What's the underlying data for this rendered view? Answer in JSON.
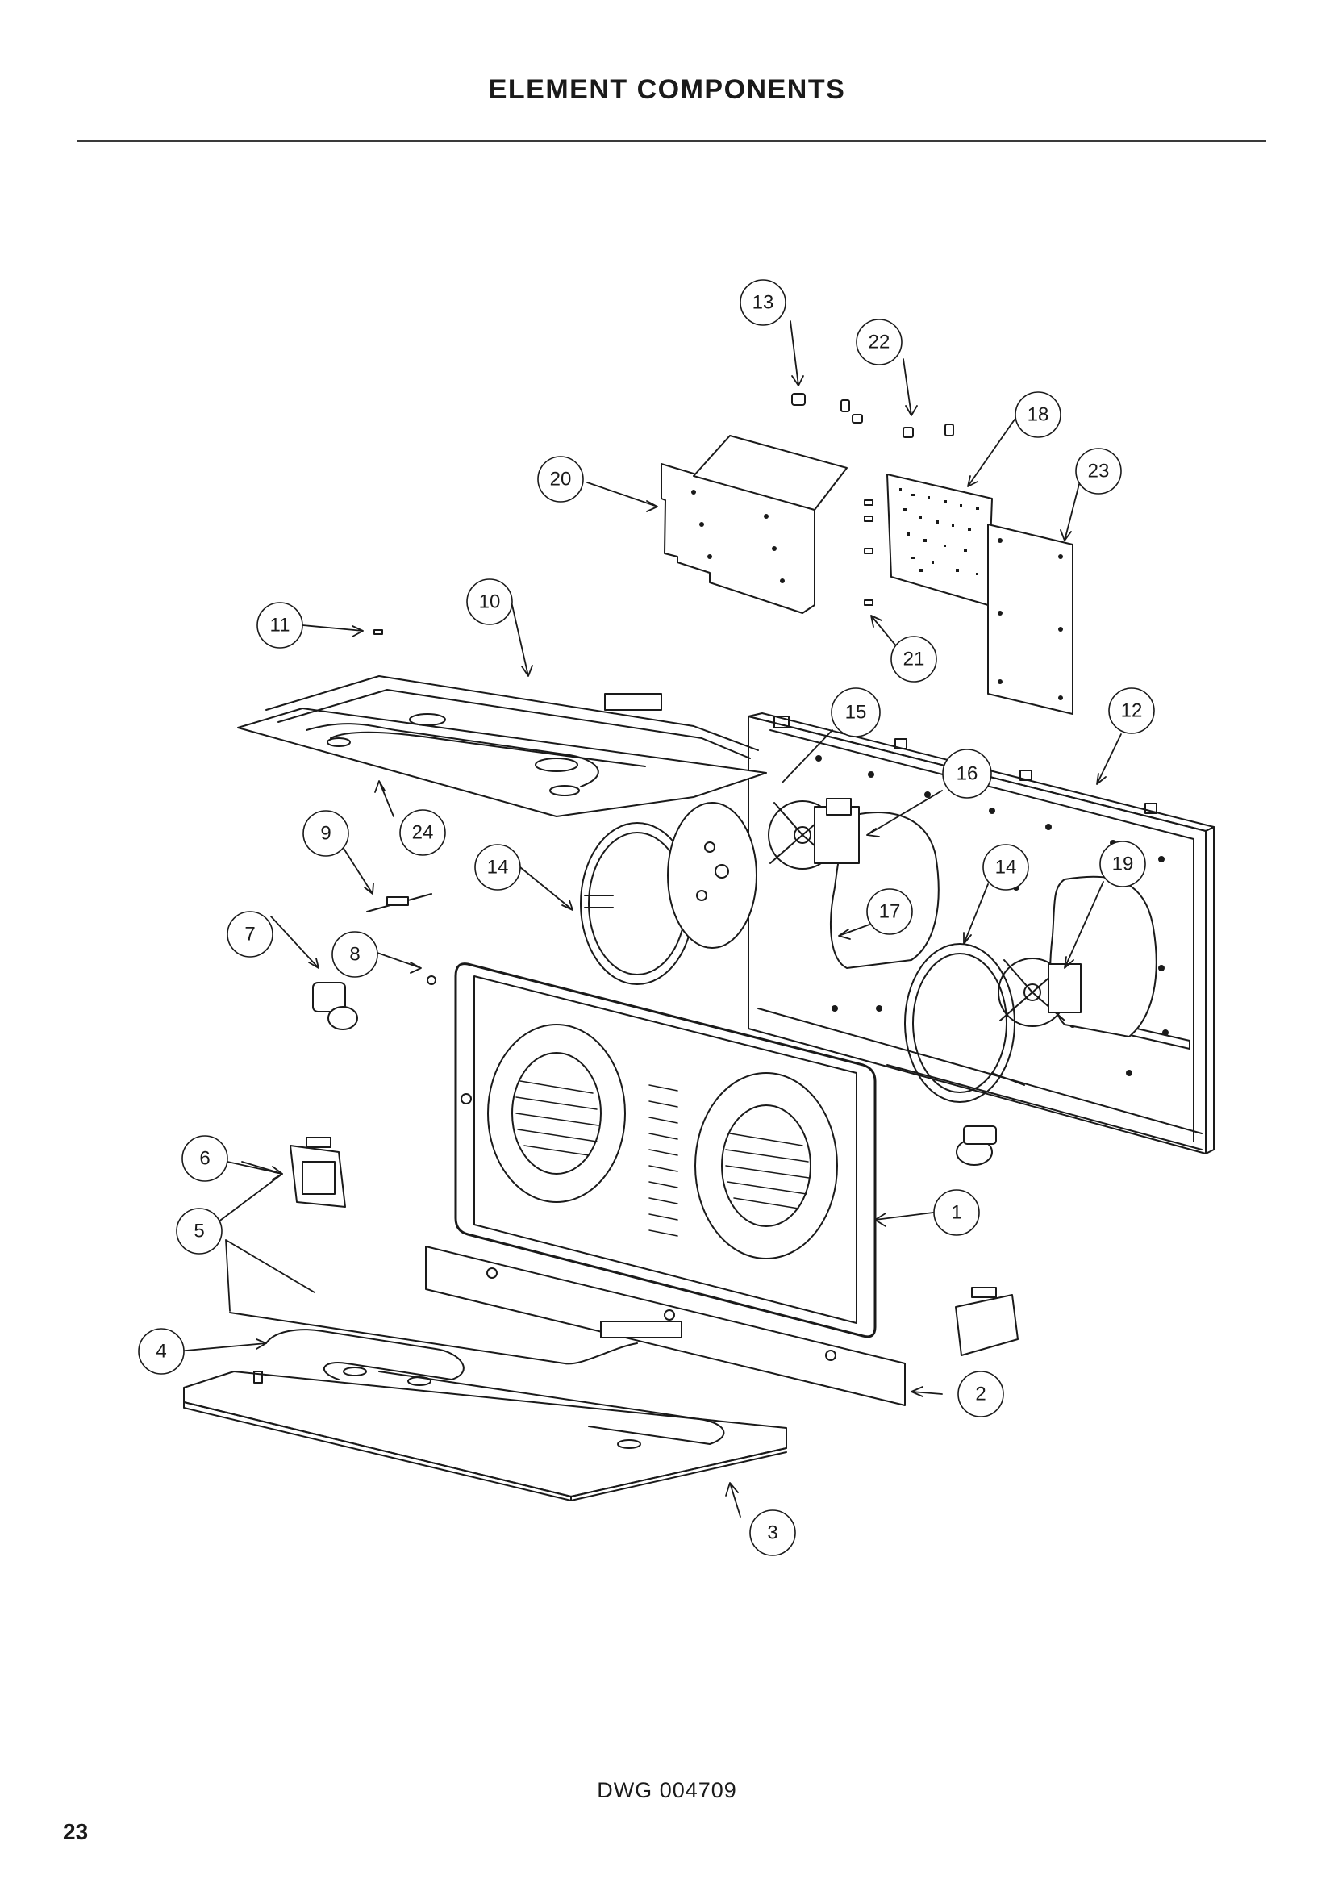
{
  "header": {
    "title": "ELEMENT COMPONENTS"
  },
  "footer": {
    "drawing_number": "DWG 004709",
    "page_number": "23"
  },
  "callouts": [
    "1",
    "2",
    "3",
    "4",
    "5",
    "6",
    "7",
    "8",
    "9",
    "10",
    "11",
    "12",
    "13",
    "14",
    "14",
    "15",
    "16",
    "17",
    "18",
    "19",
    "20",
    "21",
    "22",
    "23",
    "24"
  ]
}
